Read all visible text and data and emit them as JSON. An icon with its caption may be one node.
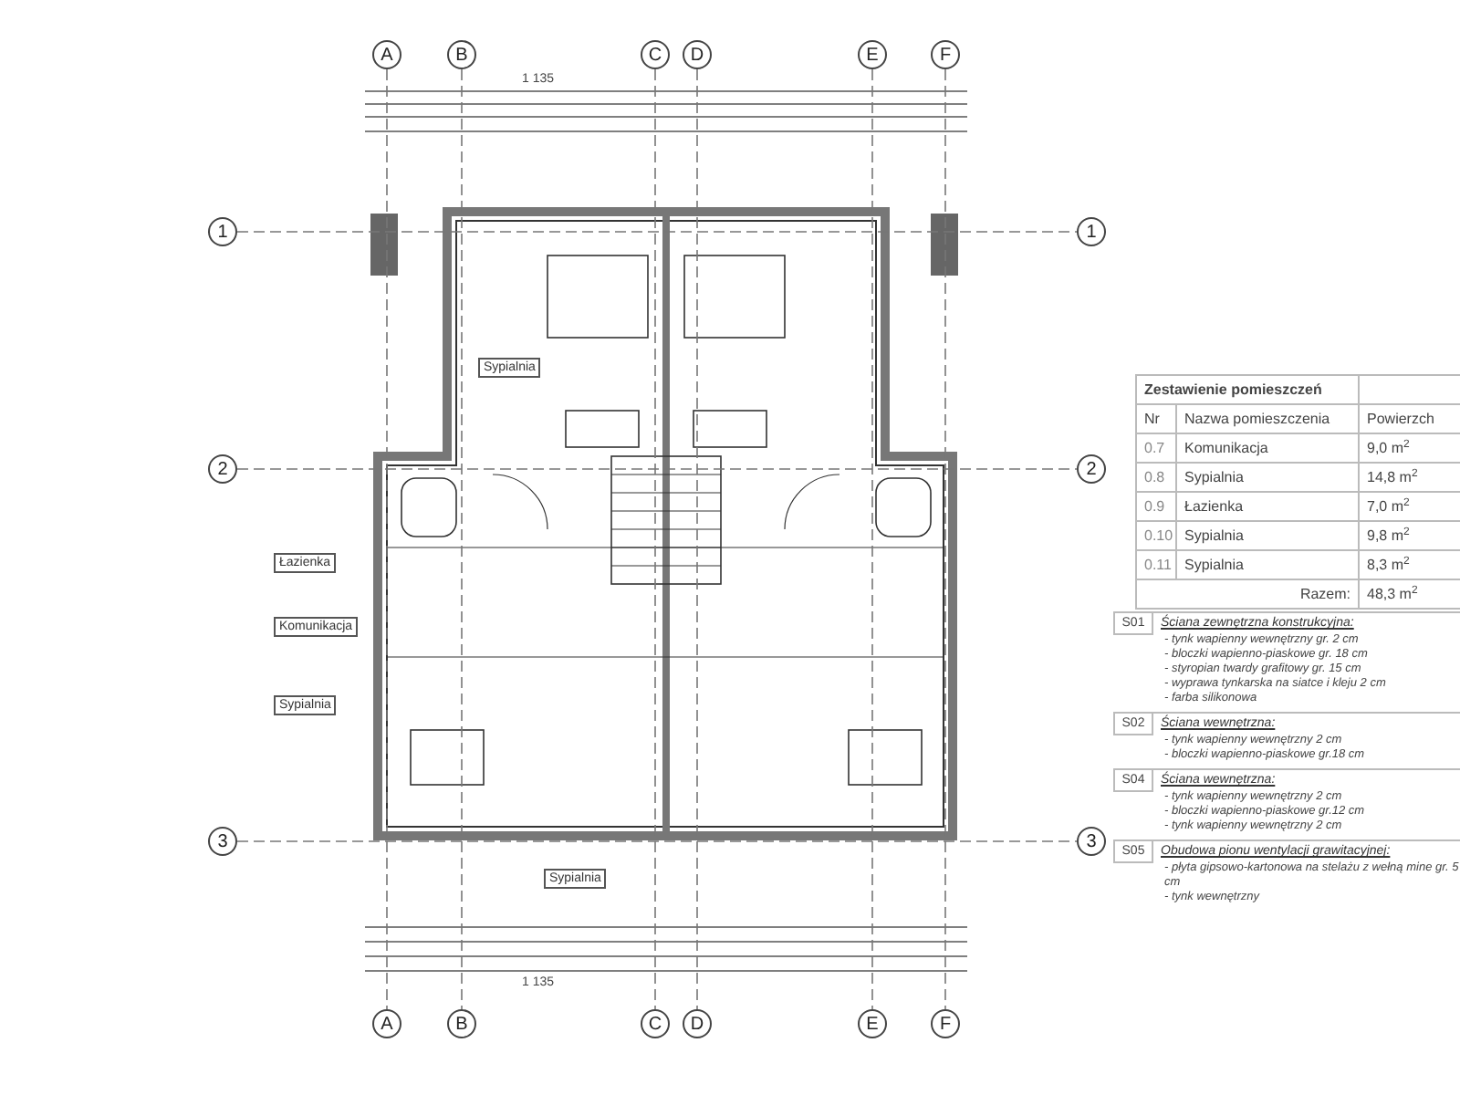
{
  "diagram": {
    "nodes": [
      {
        "text": [
          "A"
        ]
      },
      {
        "text": [
          "B"
        ]
      },
      {
        "text": [
          "C"
        ]
      },
      {
        "text": [
          "D"
        ]
      },
      {
        "text": [
          "E"
        ]
      },
      {
        "text": [
          "F"
        ]
      },
      {
        "text": [
          "A"
        ]
      },
      {
        "text": [
          "B"
        ]
      },
      {
        "text": [
          "C"
        ]
      },
      {
        "text": [
          "D"
        ]
      },
      {
        "text": [
          "E"
        ]
      },
      {
        "text": [
          "F"
        ]
      },
      {
        "text": [
          "1"
        ]
      },
      {
        "text": [
          "2"
        ]
      },
      {
        "text": [
          "3"
        ]
      },
      {
        "text": [
          "1"
        ]
      },
      {
        "text": [
          "2"
        ]
      },
      {
        "text": [
          "3"
        ]
      }
    ],
    "edges": [
      {
        "from": 0,
        "to": 6,
        "arrow": "none",
        "style": "dashed"
      },
      {
        "from": 1,
        "to": 7,
        "arrow": "none",
        "style": "dashed"
      },
      {
        "from": 2,
        "to": 8,
        "arrow": "none",
        "style": "dashed"
      },
      {
        "from": 3,
        "to": 9,
        "arrow": "none",
        "style": "dashed"
      },
      {
        "from": 4,
        "to": 10,
        "arrow": "none",
        "style": "dashed"
      },
      {
        "from": 5,
        "to": 11,
        "arrow": "none",
        "style": "dashed"
      },
      {
        "from": 12,
        "to": 15,
        "arrow": "none",
        "style": "dashed"
      },
      {
        "from": 13,
        "to": 16,
        "arrow": "none",
        "style": "dashed"
      },
      {
        "from": 14,
        "to": 17,
        "arrow": "none",
        "style": "dashed"
      }
    ],
    "labels": [
      "1 135",
      "Sypialnia",
      "Łazienka",
      "Komunikacja",
      "Sypialnia",
      "Zestawienie pomieszczeń",
      "Nr",
      "Nazwa pomieszczenia",
      "Powierzch",
      "0.7",
      "Komunikacja",
      "9,0 m$^{2}$",
      "0.8",
      "Sypialnia",
      "14,8 m$^{2}$",
      "0.9",
      "Łazienka",
      "7,0 m$^{2}$",
      "0.10",
      "Sypialnia",
      "9,8 m$^{2}$",
      "0.11",
      "Sypialnia",
      "8,3 m$^{2}$",
      "Razem:",
      "48,3 m$^{2}$",
      "S01",
      "Ściana zewnętrzna konstrukcyjna:",
      "- tynk wapienny wewnętrzny gr. 2 cm",
      "- bloczki wapienno-piaskowe gr. 18 cm",
      "- styropian twardy grafitowy gr. 15 cm",
      "- wyprawa tynkarska na siatce i kleju 2 cm",
      "- farba silikonowa",
      "S02",
      "Ściana wewnętrzna:",
      "- tynk wapienny wewnętrzny 2 cm",
      "- bloczki wapienno-piaskowe gr.18 cm",
      "S04",
      "Ściana wewnętrzna:",
      "- tynk wapienny wewnętrzny 2 cm",
      "- bloczki wapienno-piaskowe gr.12 cm",
      "- tynk wapienny wewnętrzny 2 cm",
      "S05",
      "Obudowa pionu wentylacji grawitacyjnej:",
      "- płyta gipsowo-kartonowa na stelażu z wełną mine gr. 5 cm",
      "- tynk wewnętrzny",
      "Sypialnia",
      "1 135"
    ]
  }
}
